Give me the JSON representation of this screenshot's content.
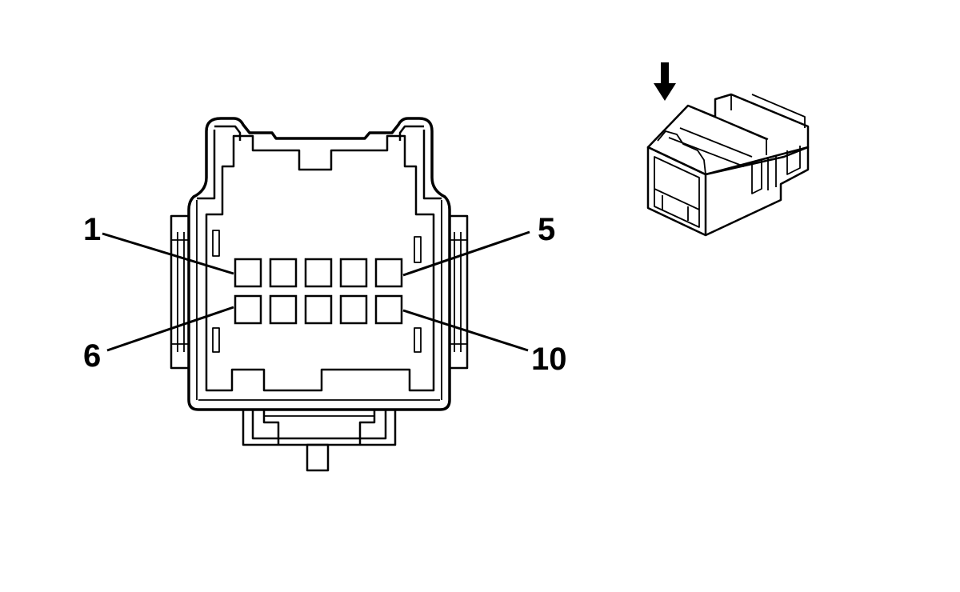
{
  "pin_labels": {
    "top_left": "1",
    "top_right": "5",
    "bottom_left": "6",
    "bottom_right": "10"
  },
  "cavity_count": 10,
  "icons": {
    "direction_arrow": "down-arrow-icon",
    "connector_iso_view": "connector-3d-icon"
  }
}
